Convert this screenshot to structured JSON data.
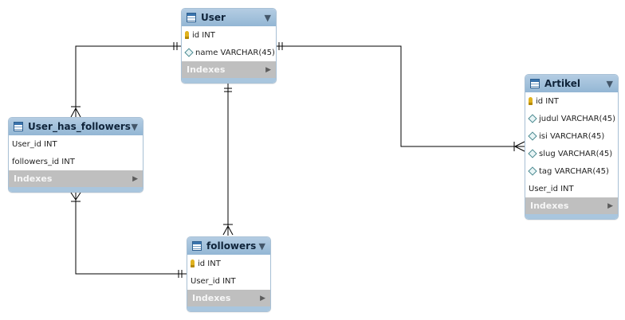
{
  "diagram": {
    "tables": {
      "user": {
        "title": "User",
        "columns": [
          {
            "label": "id INT",
            "icon": "primary-key-icon"
          },
          {
            "label": "name VARCHAR(45)",
            "icon": "attribute-icon"
          }
        ],
        "indexes_label": "Indexes"
      },
      "artikel": {
        "title": "Artikel",
        "columns": [
          {
            "label": "id INT",
            "icon": "primary-key-icon"
          },
          {
            "label": "judul VARCHAR(45)",
            "icon": "attribute-icon"
          },
          {
            "label": "isi VARCHAR(45)",
            "icon": "attribute-icon"
          },
          {
            "label": "slug VARCHAR(45)",
            "icon": "attribute-icon"
          },
          {
            "label": "tag VARCHAR(45)",
            "icon": "attribute-icon"
          },
          {
            "label": "User_id INT",
            "icon": "none"
          }
        ],
        "indexes_label": "Indexes"
      },
      "user_has_followers": {
        "title": "User_has_followers",
        "columns": [
          {
            "label": "User_id INT",
            "icon": "none"
          },
          {
            "label": "followers_id INT",
            "icon": "none"
          }
        ],
        "indexes_label": "Indexes"
      },
      "followers": {
        "title": "followers",
        "columns": [
          {
            "label": "id INT",
            "icon": "primary-key-icon"
          },
          {
            "label": "User_id INT",
            "icon": "none"
          }
        ],
        "indexes_label": "Indexes"
      }
    },
    "relationships": [
      {
        "from": "User",
        "to": "Artikel",
        "from_end": "one",
        "to_end": "many"
      },
      {
        "from": "User",
        "to": "User_has_followers",
        "from_end": "one",
        "to_end": "many"
      },
      {
        "from": "User",
        "to": "followers",
        "from_end": "one",
        "to_end": "many"
      },
      {
        "from": "followers",
        "to": "User_has_followers",
        "from_end": "one",
        "to_end": "many"
      }
    ],
    "colors": {
      "header": "#9fc0dc",
      "footer": "#bfbfbf",
      "line": "#000000",
      "primary_key": "#e0b21e"
    },
    "indicators": {
      "collapse_arrow": "▼",
      "expand_arrow": "▶"
    }
  }
}
